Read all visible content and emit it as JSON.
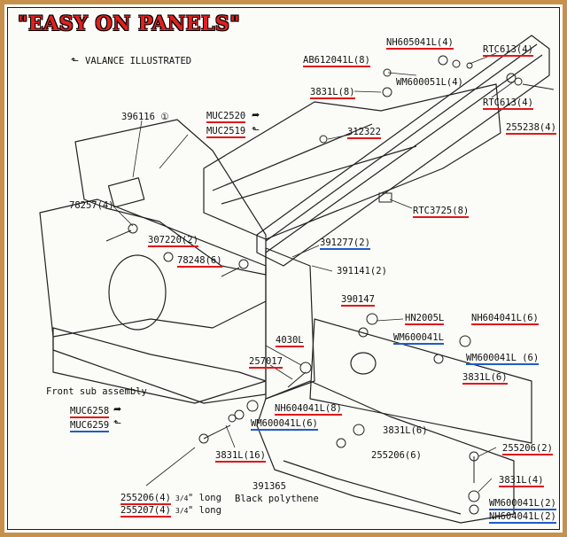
{
  "title": "\"EASY ON PANELS\"",
  "valance_note": "VALANCE ILLUSTRATED",
  "front_sub_assembly": "Front sub assembly",
  "black_polythene": "Black polythene",
  "long_1": "\" long",
  "long_2": "\" long",
  "fraction": "3/4",
  "labels": {
    "p396116": "396116 ①",
    "muc2520": "MUC2520",
    "muc2519": "MUC2519",
    "p78257": "78257(4)",
    "p307220": "307220(2)",
    "p78248": "78248(6)",
    "ab612041l": "AB612041L(8)",
    "l3831_8": "3831L(8)",
    "p312322": "312322",
    "nh605041l": "NH605041L(4)",
    "wm600051l": "WM600051L(4)",
    "rtc613_top": "RTC613(4)",
    "rtc613_mid": "RTC613(4)",
    "p255238": "255238(4)",
    "rtc3725": "RTC3725(8)",
    "p391277": "391277(2)",
    "p391141": "391141(2)",
    "p390147": "390147",
    "hn2005l": "HN2005L",
    "nh604041l_6": "NH604041L(6)",
    "wm600041l_a": "WM600041L",
    "wm600041l_6": "WM600041L (6)",
    "l3831_6a": "3831L(6)",
    "l4030": "4030L",
    "p257017": "257017",
    "nh604041l_8": "NH604041L(8)",
    "wm600041l_6b": "WM600041L(6)",
    "muc6258": "MUC6258",
    "muc6259": "MUC6259",
    "l3831_6b": "3831L(6)",
    "p255206_6": "255206(6)",
    "p255206_2": "255206(2)",
    "l3831_16": "3831L(16)",
    "p391365": "391365",
    "p255206_4": "255206(4)",
    "p255207_4": "255207(4)",
    "l3831_4": "3831L(4)",
    "wm600041l_2": "WM600041L(2)",
    "nh604041l_2": "NH604041L(2)"
  },
  "colors": {
    "underline_red": "#e01818",
    "underline_blue": "#1f5cc7",
    "frame": "#c8914b"
  }
}
